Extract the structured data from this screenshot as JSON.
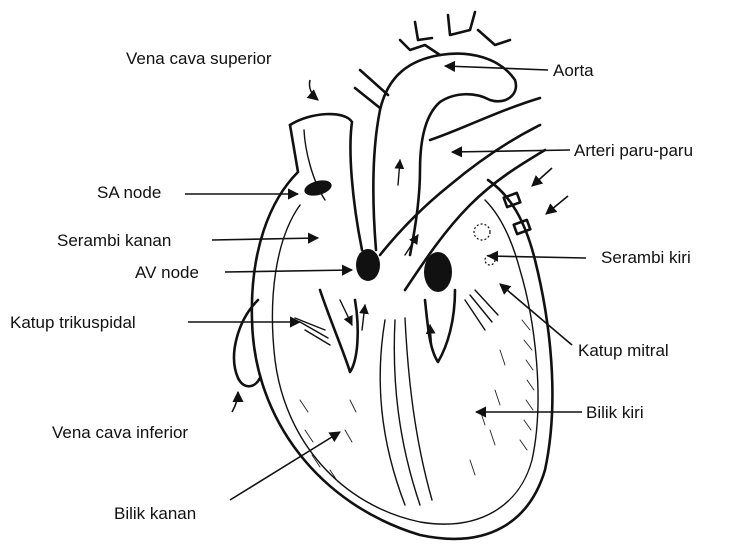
{
  "labels": {
    "vena_cava_superior": "Vena cava superior",
    "aorta": "Aorta",
    "arteri_paru_paru": "Arteri paru-paru",
    "sa_node": "SA node",
    "serambi_kanan": "Serambi kanan",
    "serambi_kiri": "Serambi kiri",
    "av_node": "AV node",
    "katup_trikuspidal": "Katup trikuspidal",
    "katup_mitral": "Katup mitral",
    "vena_cava_inferior": "Vena cava inferior",
    "bilik_kiri": "Bilik kiri",
    "bilik_kanan": "Bilik kanan"
  }
}
